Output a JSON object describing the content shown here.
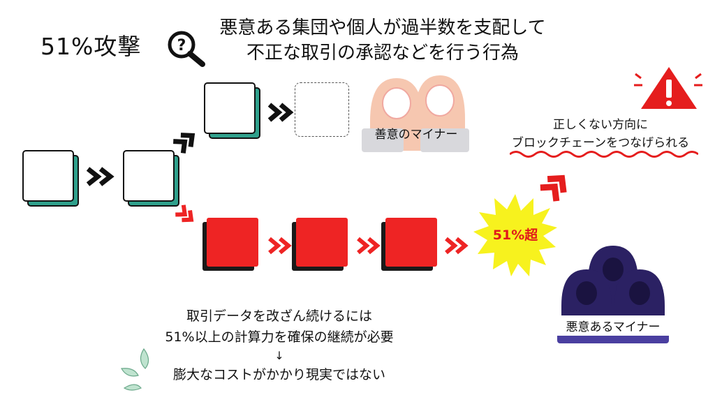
{
  "header": {
    "title": "51%攻撃",
    "description_line1": "悪意ある集団や個人が過半数を支配して",
    "description_line2": "不正な取引の承認などを行う行為"
  },
  "miners": {
    "honest_label": "善意のマイナー",
    "malicious_label": "悪意あるマイナー"
  },
  "burst_label": "51%超",
  "warning": {
    "line1": "正しくない方向に",
    "line2": "ブロックチェーンをつなげられる"
  },
  "bottom": {
    "line1": "取引データを改ざん続けるには",
    "line2": "51%以上の計算力を確保の継続が必要",
    "arrow": "↓",
    "line3": "膨大なコストがかかり現実ではない"
  },
  "colors": {
    "teal": "#2fa08c",
    "red": "#ee2424",
    "warning_red": "#e51d1d",
    "burst_yellow": "#f7f21e",
    "honest_figure": "#f6c7b0",
    "malicious_figure": "#2b2163",
    "leaf_green": "#bfe3cf"
  },
  "icons": {
    "magnifier": "question-magnifier-icon",
    "warning": "warning-triangle-icon"
  }
}
